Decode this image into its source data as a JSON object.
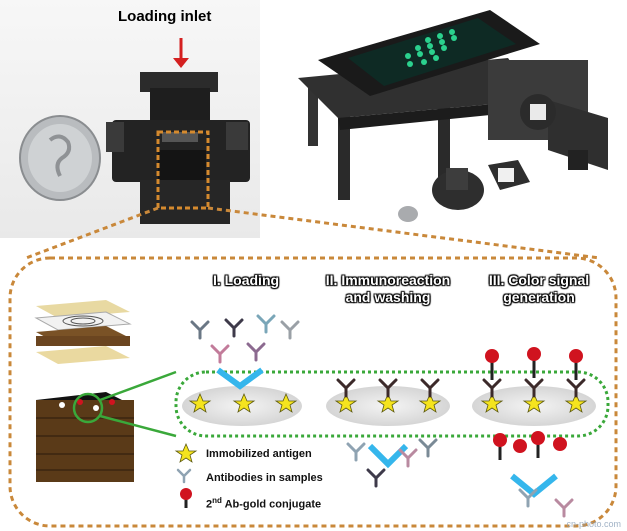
{
  "top": {
    "inlet_label": "Loading inlet"
  },
  "steps": [
    {
      "label": "I. Loading"
    },
    {
      "label": "II. Immunoreaction and washing"
    },
    {
      "label": "III. Color signal generation"
    }
  ],
  "legend": [
    {
      "label": "Immobilized antigen",
      "icon": "star-icon"
    },
    {
      "label": "Antibodies in samples",
      "icon": "antibody-icon"
    },
    {
      "label": "Ab-gold conjugate",
      "prefix": "2",
      "superscript": "nd",
      "icon": "gold-conjugate-icon"
    }
  ],
  "watermark": "cn-photo.com",
  "colors": {
    "dashed_outline": "#c8893a",
    "green_dotted": "#3aa83a",
    "blue_flow": "#32b3e8",
    "star": "#f5e41e",
    "gold": "#d0131f",
    "paper_brown": "#6b4520"
  }
}
